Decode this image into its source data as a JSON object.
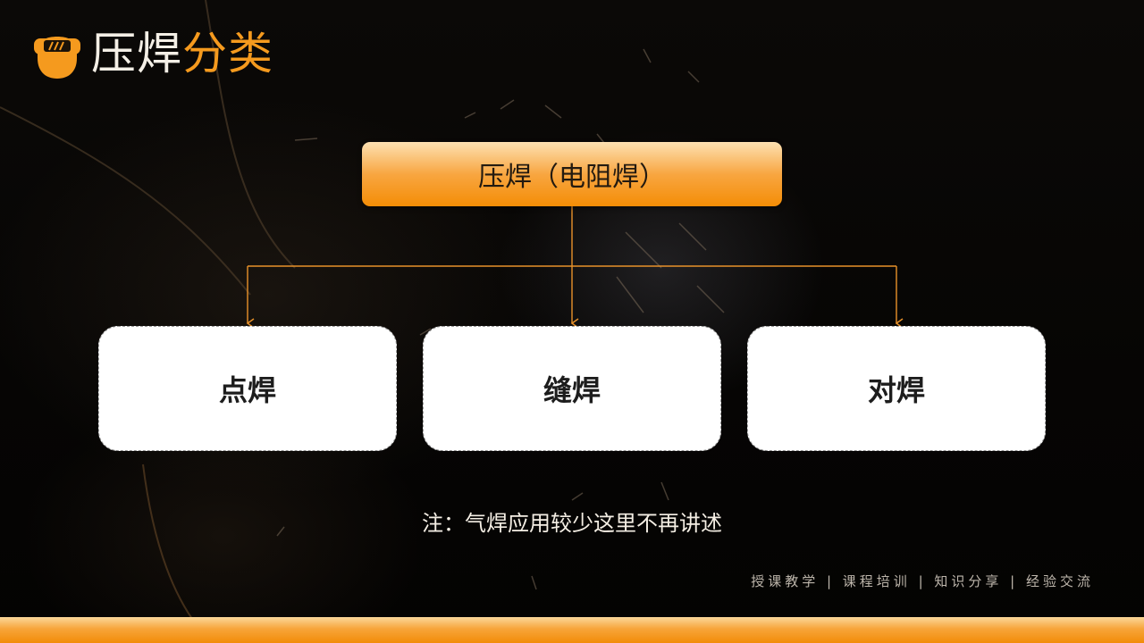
{
  "header": {
    "title_part1": "压焊",
    "title_part2": "分类",
    "logo_icon": "welding-helmet-icon"
  },
  "diagram": {
    "root": "压焊（电阻焊）",
    "children": [
      "点焊",
      "缝焊",
      "对焊"
    ]
  },
  "note": "注：气焊应用较少这里不再讲述",
  "footer": {
    "tags": "授课教学 | 课程培训 | 知识分享 | 经验交流"
  },
  "colors": {
    "accent": "#f59a1e",
    "connector": "#e8912a",
    "node_fill": "#ffffff",
    "background": "#050403"
  }
}
